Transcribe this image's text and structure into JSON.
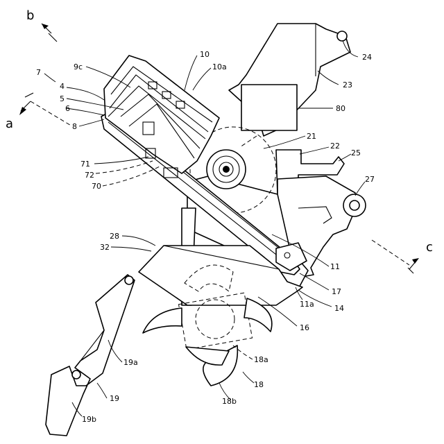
{
  "labels": {
    "n7": "7",
    "n9c": "9c",
    "n4": "4",
    "n5": "5",
    "n6": "6",
    "n8": "8",
    "n10": "10",
    "n10a": "10a",
    "n21": "21",
    "n22": "22",
    "n23": "23",
    "n24": "24",
    "n25": "25",
    "n27": "27",
    "n28": "28",
    "n32": "32",
    "n71": "71",
    "n72": "72",
    "n70": "70",
    "n80": "80",
    "n11": "11",
    "n11a": "11a",
    "n14": "14",
    "n16": "16",
    "n17": "17",
    "n18": "18",
    "n18a": "18a",
    "n18b": "18b",
    "n19": "19",
    "n19a": "19a",
    "n19b": "19b"
  },
  "views": {
    "a": "a",
    "b": "b",
    "c": "c"
  }
}
